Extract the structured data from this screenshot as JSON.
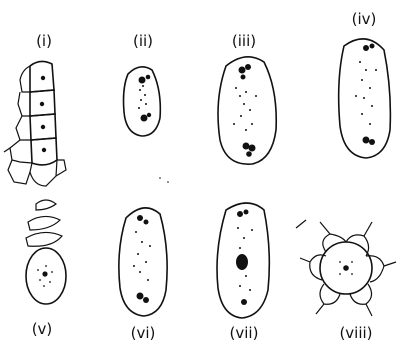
{
  "figure": {
    "labels": {
      "p1": "(i)",
      "p2": "(ii)",
      "p3": "(iii)",
      "p4": "(iv)",
      "p5": "(v)",
      "p6": "(vi)",
      "p7": "(vii)",
      "p8": "(viii)"
    }
  }
}
